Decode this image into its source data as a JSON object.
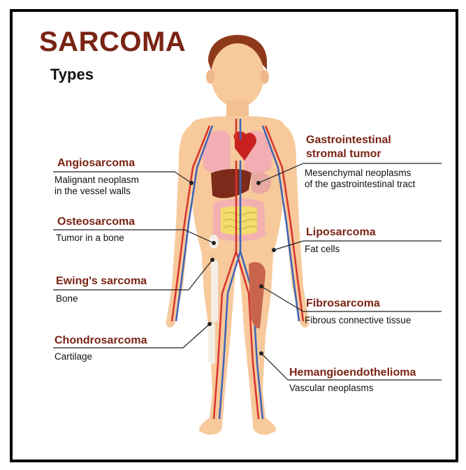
{
  "heading": {
    "title": "SARCOMA",
    "subtitle": "Types"
  },
  "labels": {
    "angiosarcoma": {
      "title": "Angiosarcoma",
      "desc1": "Malignant neoplasm",
      "desc2": "in the vessel walls"
    },
    "osteosarcoma": {
      "title": "Osteosarcoma",
      "desc1": "Tumor in a bone"
    },
    "ewings": {
      "title": "Ewing's sarcoma",
      "desc1": "Bone"
    },
    "chondrosarcoma": {
      "title": "Chondrosarcoma",
      "desc1": "Cartilage"
    },
    "gist": {
      "title1": "Gastrointestinal",
      "title2": "stromal tumor",
      "desc1": "Mesenchymal neoplasms",
      "desc2": "of the gastrointestinal tract"
    },
    "liposarcoma": {
      "title": "Liposarcoma",
      "desc1": "Fat cells"
    },
    "fibrosarcoma": {
      "title": "Fibrosarcoma",
      "desc1": "Fibrous connective tissue"
    },
    "hemangioendothelioma": {
      "title": "Hemangioendothelioma",
      "desc1": "Vascular neoplasms"
    }
  },
  "colors": {
    "title": "#7a2414",
    "skin": "#f7c99b",
    "hair": "#8e3a1a",
    "artery": "#d8332c",
    "vein": "#3e63b8",
    "lung": "#f2aeb2",
    "heart": "#c8201e",
    "liver": "#7d2a1a",
    "intestine": "#f3dc6e",
    "muscle": "#c8644c"
  }
}
